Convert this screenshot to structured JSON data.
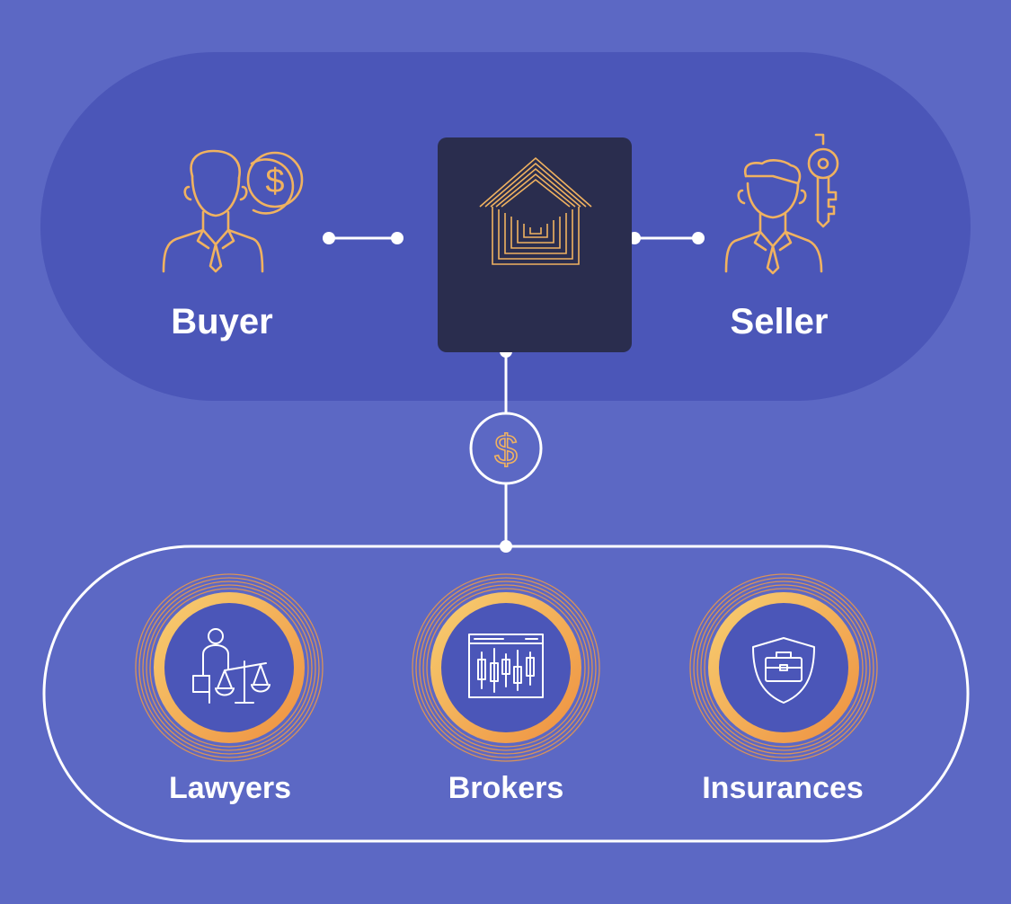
{
  "parties": {
    "buyer": {
      "label": "Buyer",
      "icon": "buyer-person-dollar-icon"
    },
    "seller": {
      "label": "Seller",
      "icon": "seller-person-key-icon"
    }
  },
  "center": {
    "icon": "house-document-icon",
    "link_icon": "dollar-circle-icon"
  },
  "services": [
    {
      "label": "Lawyers",
      "icon": "lawyer-scales-icon"
    },
    {
      "label": "Brokers",
      "icon": "broker-candlestick-chart-icon"
    },
    {
      "label": "Insurances",
      "icon": "insurance-shield-briefcase-icon"
    }
  ],
  "colors": {
    "background": "#5c68c4",
    "top_capsule": "#4b56b8",
    "document": "#2a2d4e",
    "accent_gold": "#f0b260",
    "accent_orange": "#ee9a45",
    "line": "#ffffff"
  }
}
